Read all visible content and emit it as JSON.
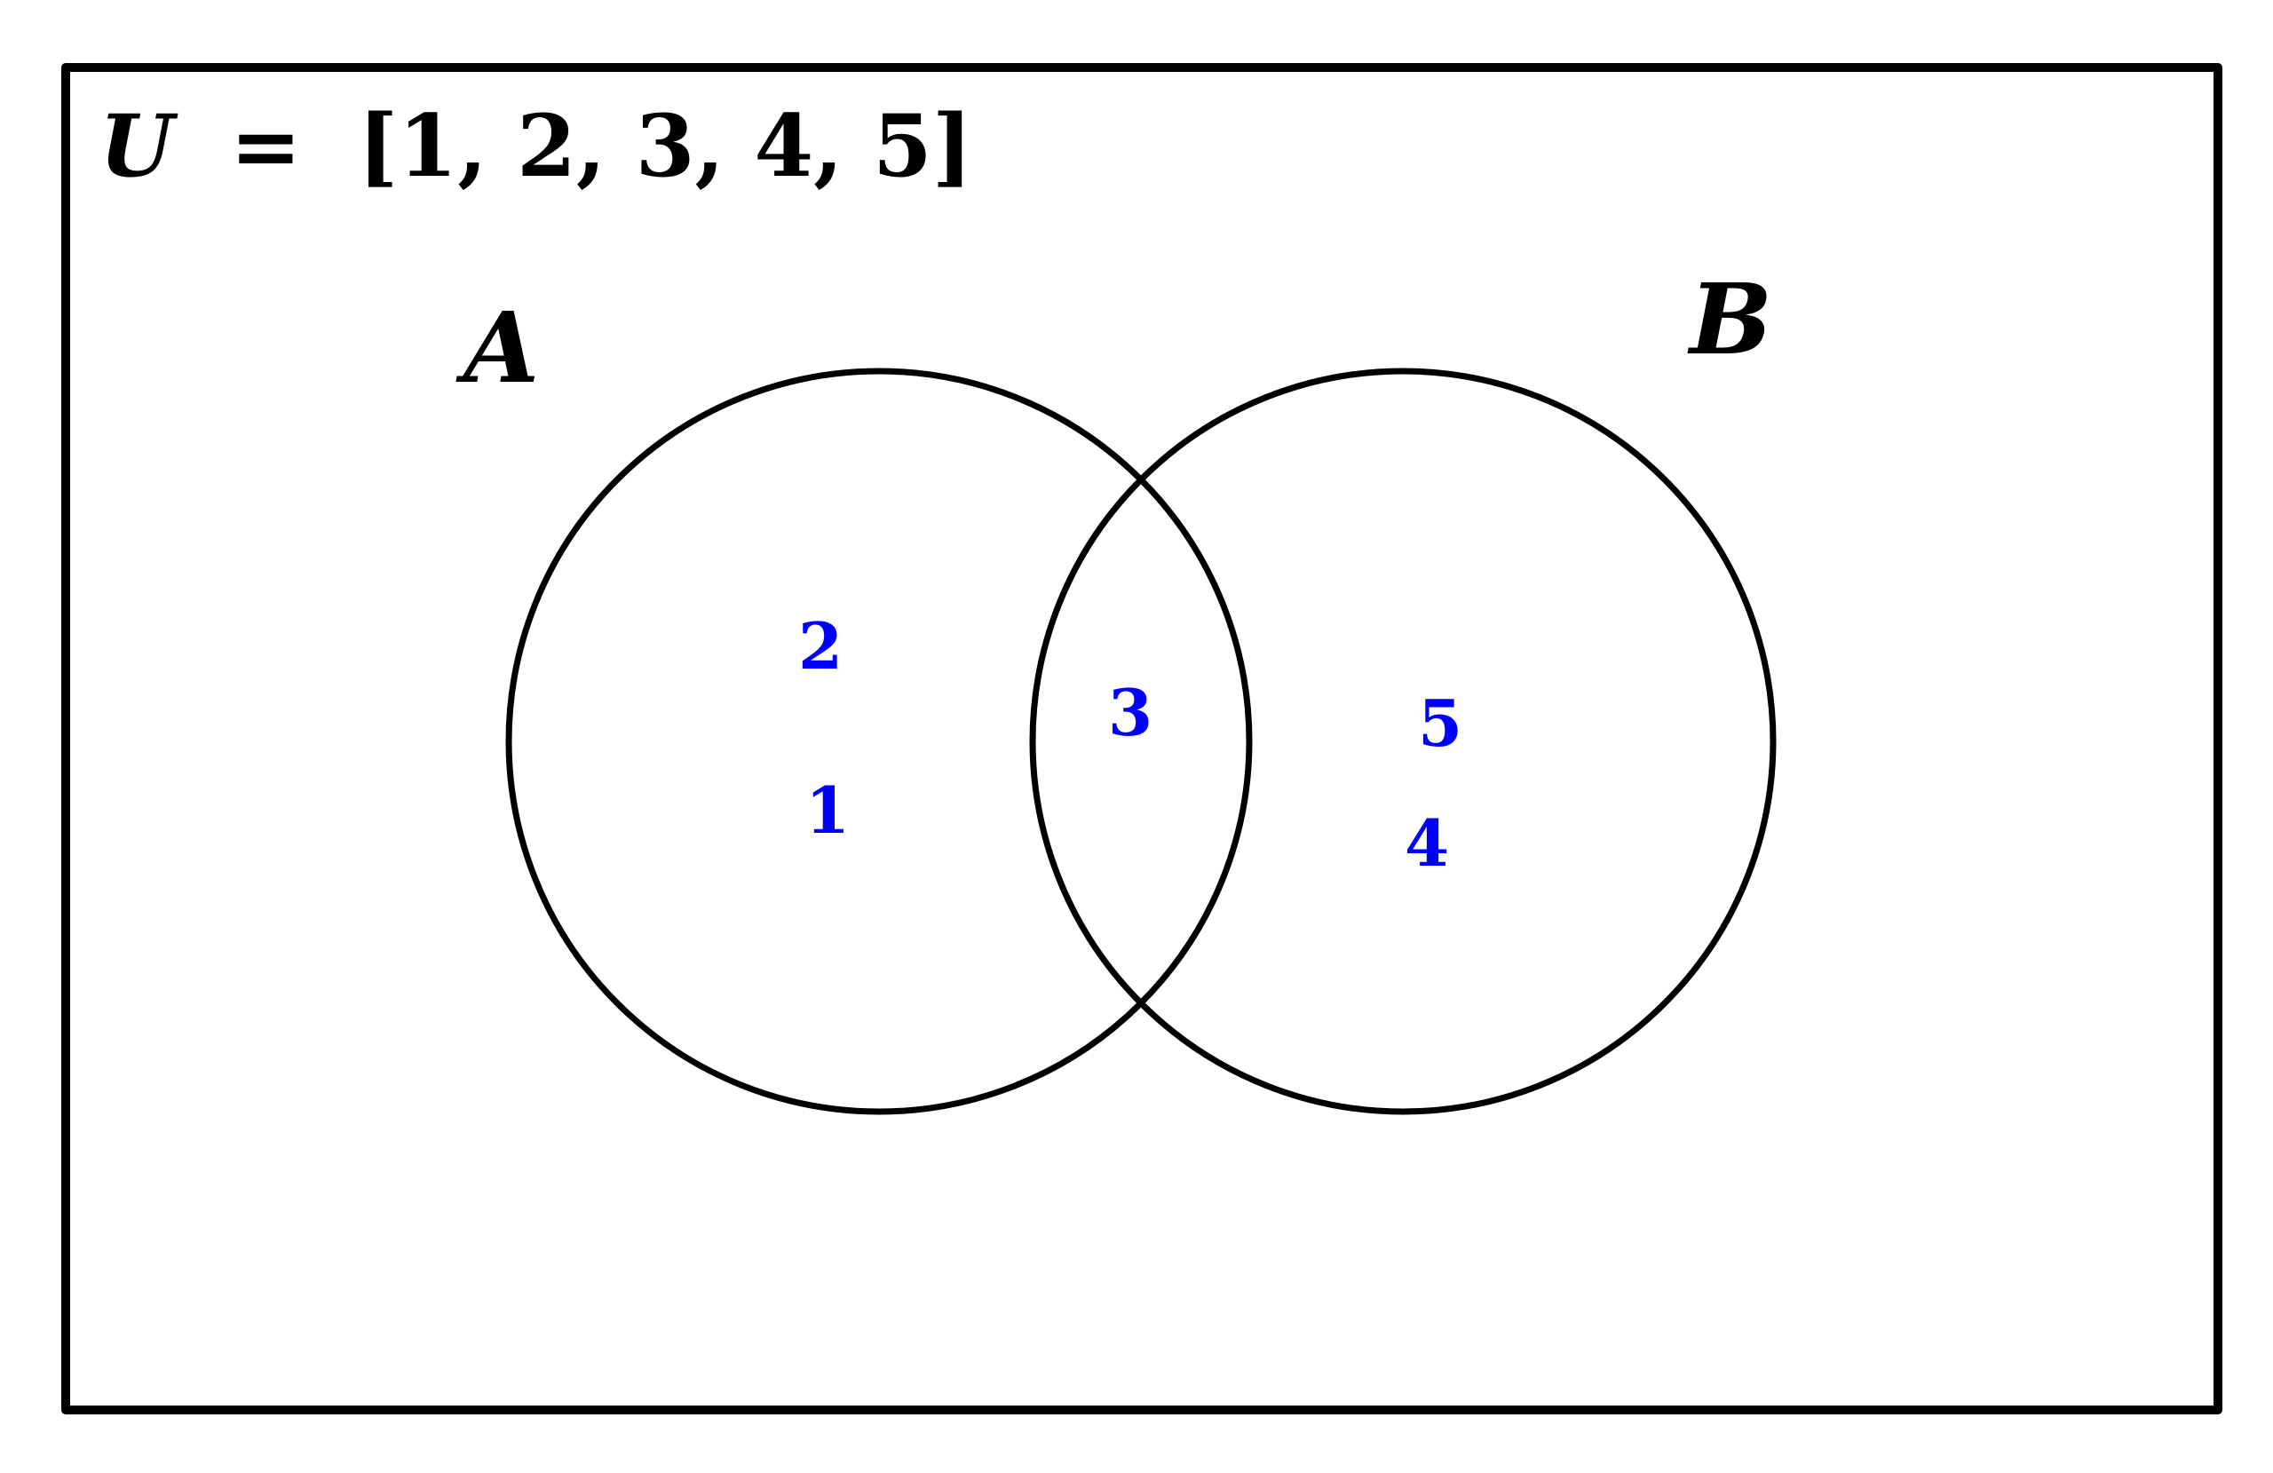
{
  "universe": {
    "symbol": "U",
    "equals": "=",
    "set_text": "[1, 2, 3, 4, 5]"
  },
  "sets": [
    {
      "label": "A",
      "only_elements": [
        "2",
        "1"
      ]
    },
    {
      "label": "B",
      "only_elements": [
        "5",
        "4"
      ]
    }
  ],
  "intersection": {
    "elements": [
      "3"
    ]
  },
  "colors": {
    "outline": "#000000",
    "element_text": "#0000ff",
    "label_text": "#000000",
    "background": "#ffffff"
  }
}
